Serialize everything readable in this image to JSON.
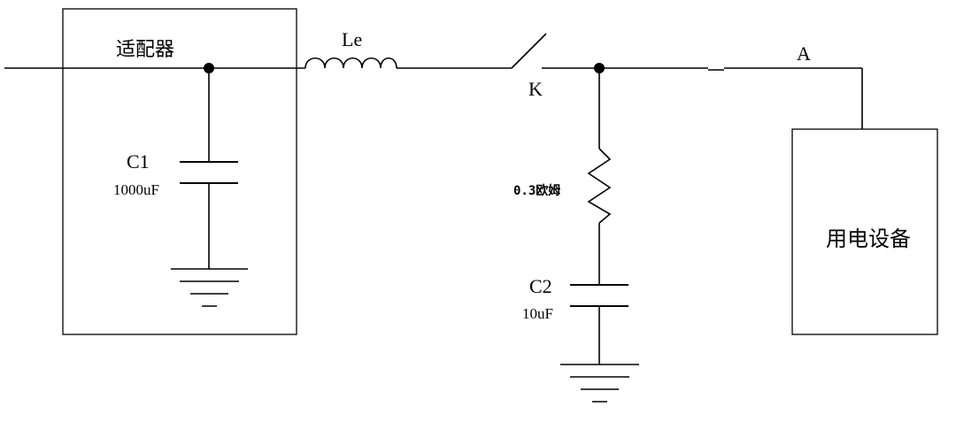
{
  "diagram": {
    "adapter_label": "适配器",
    "inductor_label": "Le",
    "switch_label": "K",
    "node_label": "A",
    "capacitor1": {
      "name": "C1",
      "value": "1000uF"
    },
    "capacitor2": {
      "name": "C2",
      "value": "10uF"
    },
    "resistor_label": "0.3欧姆",
    "device_label": "用电设备"
  }
}
